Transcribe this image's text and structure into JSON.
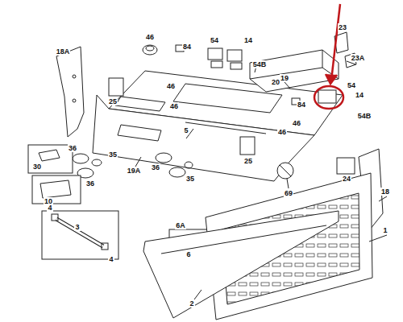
{
  "diagram": {
    "labels": [
      "18A",
      "46",
      "54",
      "14",
      "23",
      "84",
      "54B",
      "20",
      "23A",
      "25",
      "46",
      "46",
      "19",
      "84",
      "54",
      "14",
      "36",
      "35",
      "5",
      "46",
      "46",
      "54B",
      "36",
      "19A",
      "30",
      "10",
      "36",
      "35",
      "25",
      "24",
      "18",
      "69",
      "6A",
      "6",
      "4",
      "3",
      "4",
      "1",
      "2"
    ]
  }
}
